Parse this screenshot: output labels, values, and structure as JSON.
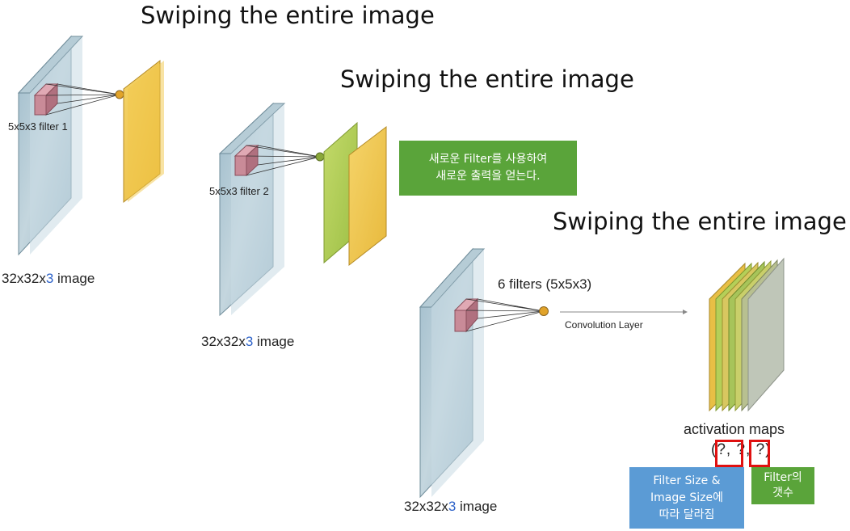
{
  "panel1": {
    "title": "Swiping the entire image",
    "filter_label": "5x5x3 filter 1",
    "image_label_prefix": "32x32x",
    "image_label_depth": "3",
    "image_label_suffix": " image"
  },
  "panel2": {
    "title": "Swiping the entire image",
    "filter_label": "5x5x3 filter 2",
    "image_label_prefix": "32x32x",
    "image_label_depth": "3",
    "image_label_suffix": " image",
    "note_line1": "새로운 Filter를 사용하여",
    "note_line2": "새로운 출력을 얻는다."
  },
  "panel3": {
    "title": "Swiping the entire image",
    "filters_label": "6 filters (5x5x3)",
    "arrow_label": "Convolution Layer",
    "maps_label": "activation maps",
    "shape_text": "(?, ?, ?)",
    "image_label_prefix": "32x32x",
    "image_label_depth": "3",
    "image_label_suffix": " image",
    "note_size_line1": "Filter Size &",
    "note_size_line2": "Image Size에",
    "note_size_line3": "따라 달라짐",
    "note_count_line1": "Filter의",
    "note_count_line2": "갯수"
  },
  "colors": {
    "volume_front": "#a9c3cf",
    "volume_side": "#8fb0be",
    "filter_cube": "#c98b98",
    "yellow_map": "#f2cf5a",
    "green_map": "#b5cf58",
    "note_green": "#5aa43a",
    "note_blue": "#5b9bd5",
    "accent_red": "#e01010",
    "depth_blue": "#2e63c9"
  }
}
